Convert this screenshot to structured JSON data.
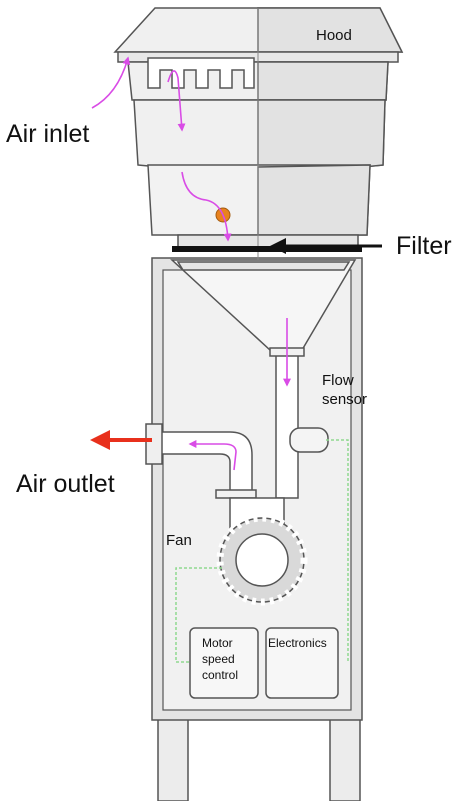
{
  "labels": {
    "hood": "Hood",
    "air_inlet": "Air inlet",
    "filter": "Filter",
    "flow_sensor_line1": "Flow",
    "flow_sensor_line2": "sensor",
    "air_outlet": "Air outlet",
    "fan": "Fan",
    "motor_line1": "Motor",
    "motor_line2": "speed",
    "motor_line3": "control",
    "electronics": "Electronics"
  },
  "colors": {
    "airflow": "#d94ce6",
    "outlet_arrow": "#e8301c",
    "filter_arrow": "#111111",
    "wiring": "#8fd98f",
    "sensor_dot": "#e8821e",
    "body_light": "#f3f3f3",
    "body_shade": "#e2e2e2",
    "stroke": "#555555"
  }
}
